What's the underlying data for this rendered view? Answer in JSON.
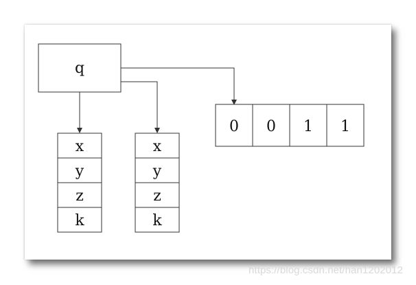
{
  "pointer_box": {
    "label": "q"
  },
  "struct_one": {
    "fields": [
      "x",
      "y",
      "z",
      "k"
    ]
  },
  "struct_two": {
    "fields": [
      "x",
      "y",
      "z",
      "k"
    ]
  },
  "byte_array": {
    "cells": [
      "0",
      "0",
      "1",
      "1"
    ]
  },
  "watermark": {
    "text": "https://blog.csdn.net/han1202012"
  },
  "colors": {
    "stroke": "#333333",
    "text": "#111111",
    "watermark": "#d9d9d9"
  }
}
